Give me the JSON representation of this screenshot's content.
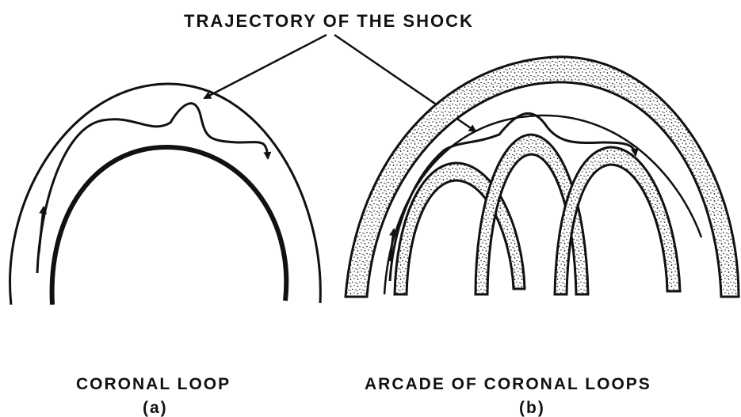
{
  "labels": {
    "title": "TRAJECTORY OF THE SHOCK",
    "caption_a": "CORONAL LOOP",
    "sub_a": "(a)",
    "caption_b": "ARCADE OF CORONAL LOOPS",
    "sub_b": "(b)"
  },
  "colors": {
    "ink": "#111111",
    "background": "#ffffff"
  }
}
